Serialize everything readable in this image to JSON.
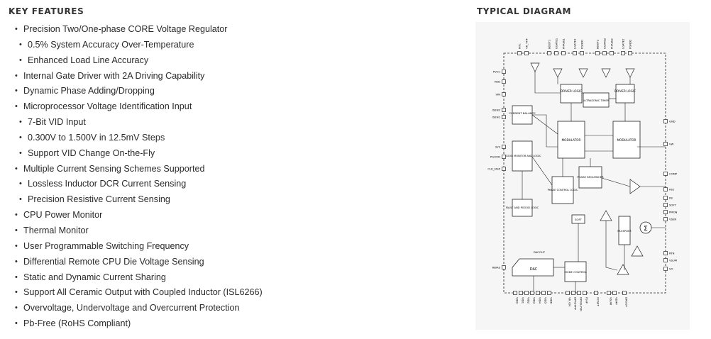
{
  "features": {
    "heading": "KEY FEATURES",
    "items": [
      {
        "text": "Precision Two/One-phase CORE Voltage Regulator",
        "level": 1
      },
      {
        "text": "0.5% System Accuracy Over-Temperature",
        "level": 2
      },
      {
        "text": "Enhanced Load Line Accuracy",
        "level": 2
      },
      {
        "text": "Internal Gate Driver with 2A Driving Capability",
        "level": 1
      },
      {
        "text": "Dynamic Phase Adding/Dropping",
        "level": 1
      },
      {
        "text": "Microprocessor Voltage Identification Input",
        "level": 1
      },
      {
        "text": "7-Bit VID Input",
        "level": 2
      },
      {
        "text": "0.300V to 1.500V in 12.5mV Steps",
        "level": 2
      },
      {
        "text": "Support VID Change On-the-Fly",
        "level": 2
      },
      {
        "text": "Multiple Current Sensing Schemes Supported",
        "level": 1
      },
      {
        "text": "Lossless Inductor DCR Current Sensing",
        "level": 2
      },
      {
        "text": "Precision Resistive Current Sensing",
        "level": 2
      },
      {
        "text": "CPU Power Monitor",
        "level": 1
      },
      {
        "text": "Thermal Monitor",
        "level": 1
      },
      {
        "text": "User Programmable Switching Frequency",
        "level": 1
      },
      {
        "text": "Differential Remote CPU Die Voltage Sensing",
        "level": 1
      },
      {
        "text": "Static and Dynamic Current Sharing",
        "level": 1
      },
      {
        "text": "Support All Ceramic Output with Coupled Inductor (ISL6266)",
        "level": 1
      },
      {
        "text": "Overvoltage, Undervoltage and Overcurrent Protection",
        "level": 1
      },
      {
        "text": "Pb-Free (RoHS Compliant)",
        "level": 1
      }
    ]
  },
  "diagram": {
    "heading": "TYPICAL DIAGRAM",
    "top_pins": [
      "NTC",
      "VR_TT#",
      "BOOT1",
      "UGATE1",
      "PHASE1",
      "LGATE1",
      "PGND1",
      "BOOT2",
      "UGATE2",
      "PHASE2",
      "LGATE2",
      "PGND2"
    ],
    "left_pins": [
      "PVCC",
      "VDD",
      "VIN",
      "ISEN2",
      "ISEN1",
      "3V3",
      "PGOOD",
      "CLK_EN#",
      "RBIAS"
    ],
    "right_pins": [
      "GND",
      "VW",
      "COMP",
      "FB2",
      "FB",
      "SOFT",
      "PMON",
      "VSEN",
      "RTN",
      "VSUM",
      "VO"
    ],
    "bottom_pins": [
      "VID0",
      "VID1",
      "VID2",
      "VID3",
      "VID4",
      "VID5",
      "VID6",
      "VR_ON",
      "DPRSTP#",
      "DPRSLPVR",
      "PSI#",
      "OCSET",
      "VSUM",
      "VDIFF",
      "DROOP"
    ],
    "blocks": {
      "current_balance": "CURRENT BALANCE",
      "driver_logic_1": "DRIVER LOGIC",
      "driver_logic_2": "DRIVER LOGIC",
      "ultrasonic_timer": "ULTRASONIC TIMER",
      "modulator_1": "MODULATOR",
      "modulator_2": "MODULATOR",
      "pgood_monitor": "PGOOD MONITOR AND LOGIC",
      "fault_logic": "FAULT AND PGOOD LOGIC",
      "phase_sequencer": "PHASE SEQUENCER",
      "phase_control": "PHASE CONTROL LOGIC",
      "soft": "SOFT",
      "multiplier": "MULTIPLIER",
      "mode_control": "MODE CONTROL",
      "dac": "DAC",
      "dacout": "DACOUT"
    }
  }
}
